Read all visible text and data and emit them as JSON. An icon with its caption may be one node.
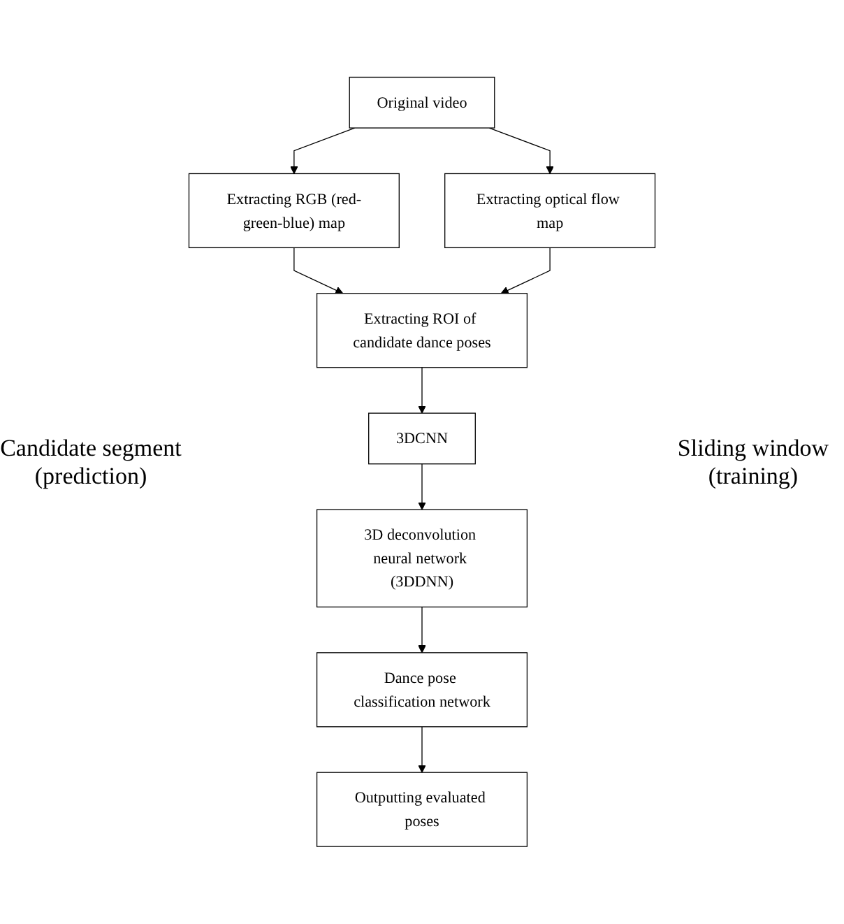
{
  "diagram": {
    "nodes": [
      {
        "text": [
          "Original video"
        ]
      },
      {
        "text": [
          "Extracting RGB (red-green-blue) map"
        ]
      },
      {
        "text": [
          "Extracting optical flow map"
        ]
      },
      {
        "text": [
          "Extracting ROI of candidate dance poses"
        ]
      },
      {
        "text": [
          "3DCNN"
        ]
      },
      {
        "text": [
          "3D deconvolution neural network (3DDNN)"
        ]
      },
      {
        "text": [
          "Dance pose classification network"
        ]
      },
      {
        "text": [
          "Outputting evaluated poses"
        ]
      }
    ],
    "edges": [
      {
        "from": 0,
        "to": 1,
        "arrow": "to"
      },
      {
        "from": 0,
        "to": 2,
        "arrow": "to"
      },
      {
        "from": 1,
        "to": 3,
        "arrow": "to"
      },
      {
        "from": 2,
        "to": 3,
        "arrow": "to"
      },
      {
        "from": 3,
        "to": 4,
        "arrow": "to"
      },
      {
        "from": 4,
        "to": 5,
        "arrow": "to"
      },
      {
        "from": 5,
        "to": 6,
        "arrow": "to"
      },
      {
        "from": 6,
        "to": 7,
        "arrow": "to"
      }
    ],
    "labels": [
      "Candidate segment (prediction)",
      "Sliding window (training)"
    ]
  }
}
